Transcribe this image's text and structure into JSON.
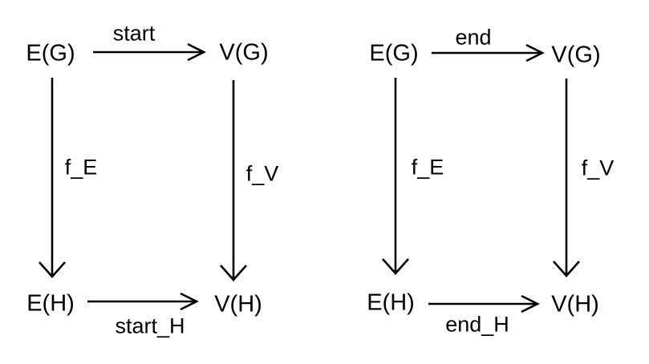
{
  "diagrams": [
    {
      "nodes": {
        "top_left": "E(G)",
        "top_right": "V(G)",
        "bottom_left": "E(H)",
        "bottom_right": "V(H)"
      },
      "arrows": {
        "top": "start",
        "left": "f_E",
        "right": "f_V",
        "bottom": "start_H"
      }
    },
    {
      "nodes": {
        "top_left": "E(G)",
        "top_right": "V(G)",
        "bottom_left": "E(H)",
        "bottom_right": "V(H)"
      },
      "arrows": {
        "top": "end",
        "left": "f_E",
        "right": "f_V",
        "bottom": "end_H"
      }
    }
  ],
  "colors": {
    "ink": "#000000",
    "background": "#ffffff"
  }
}
